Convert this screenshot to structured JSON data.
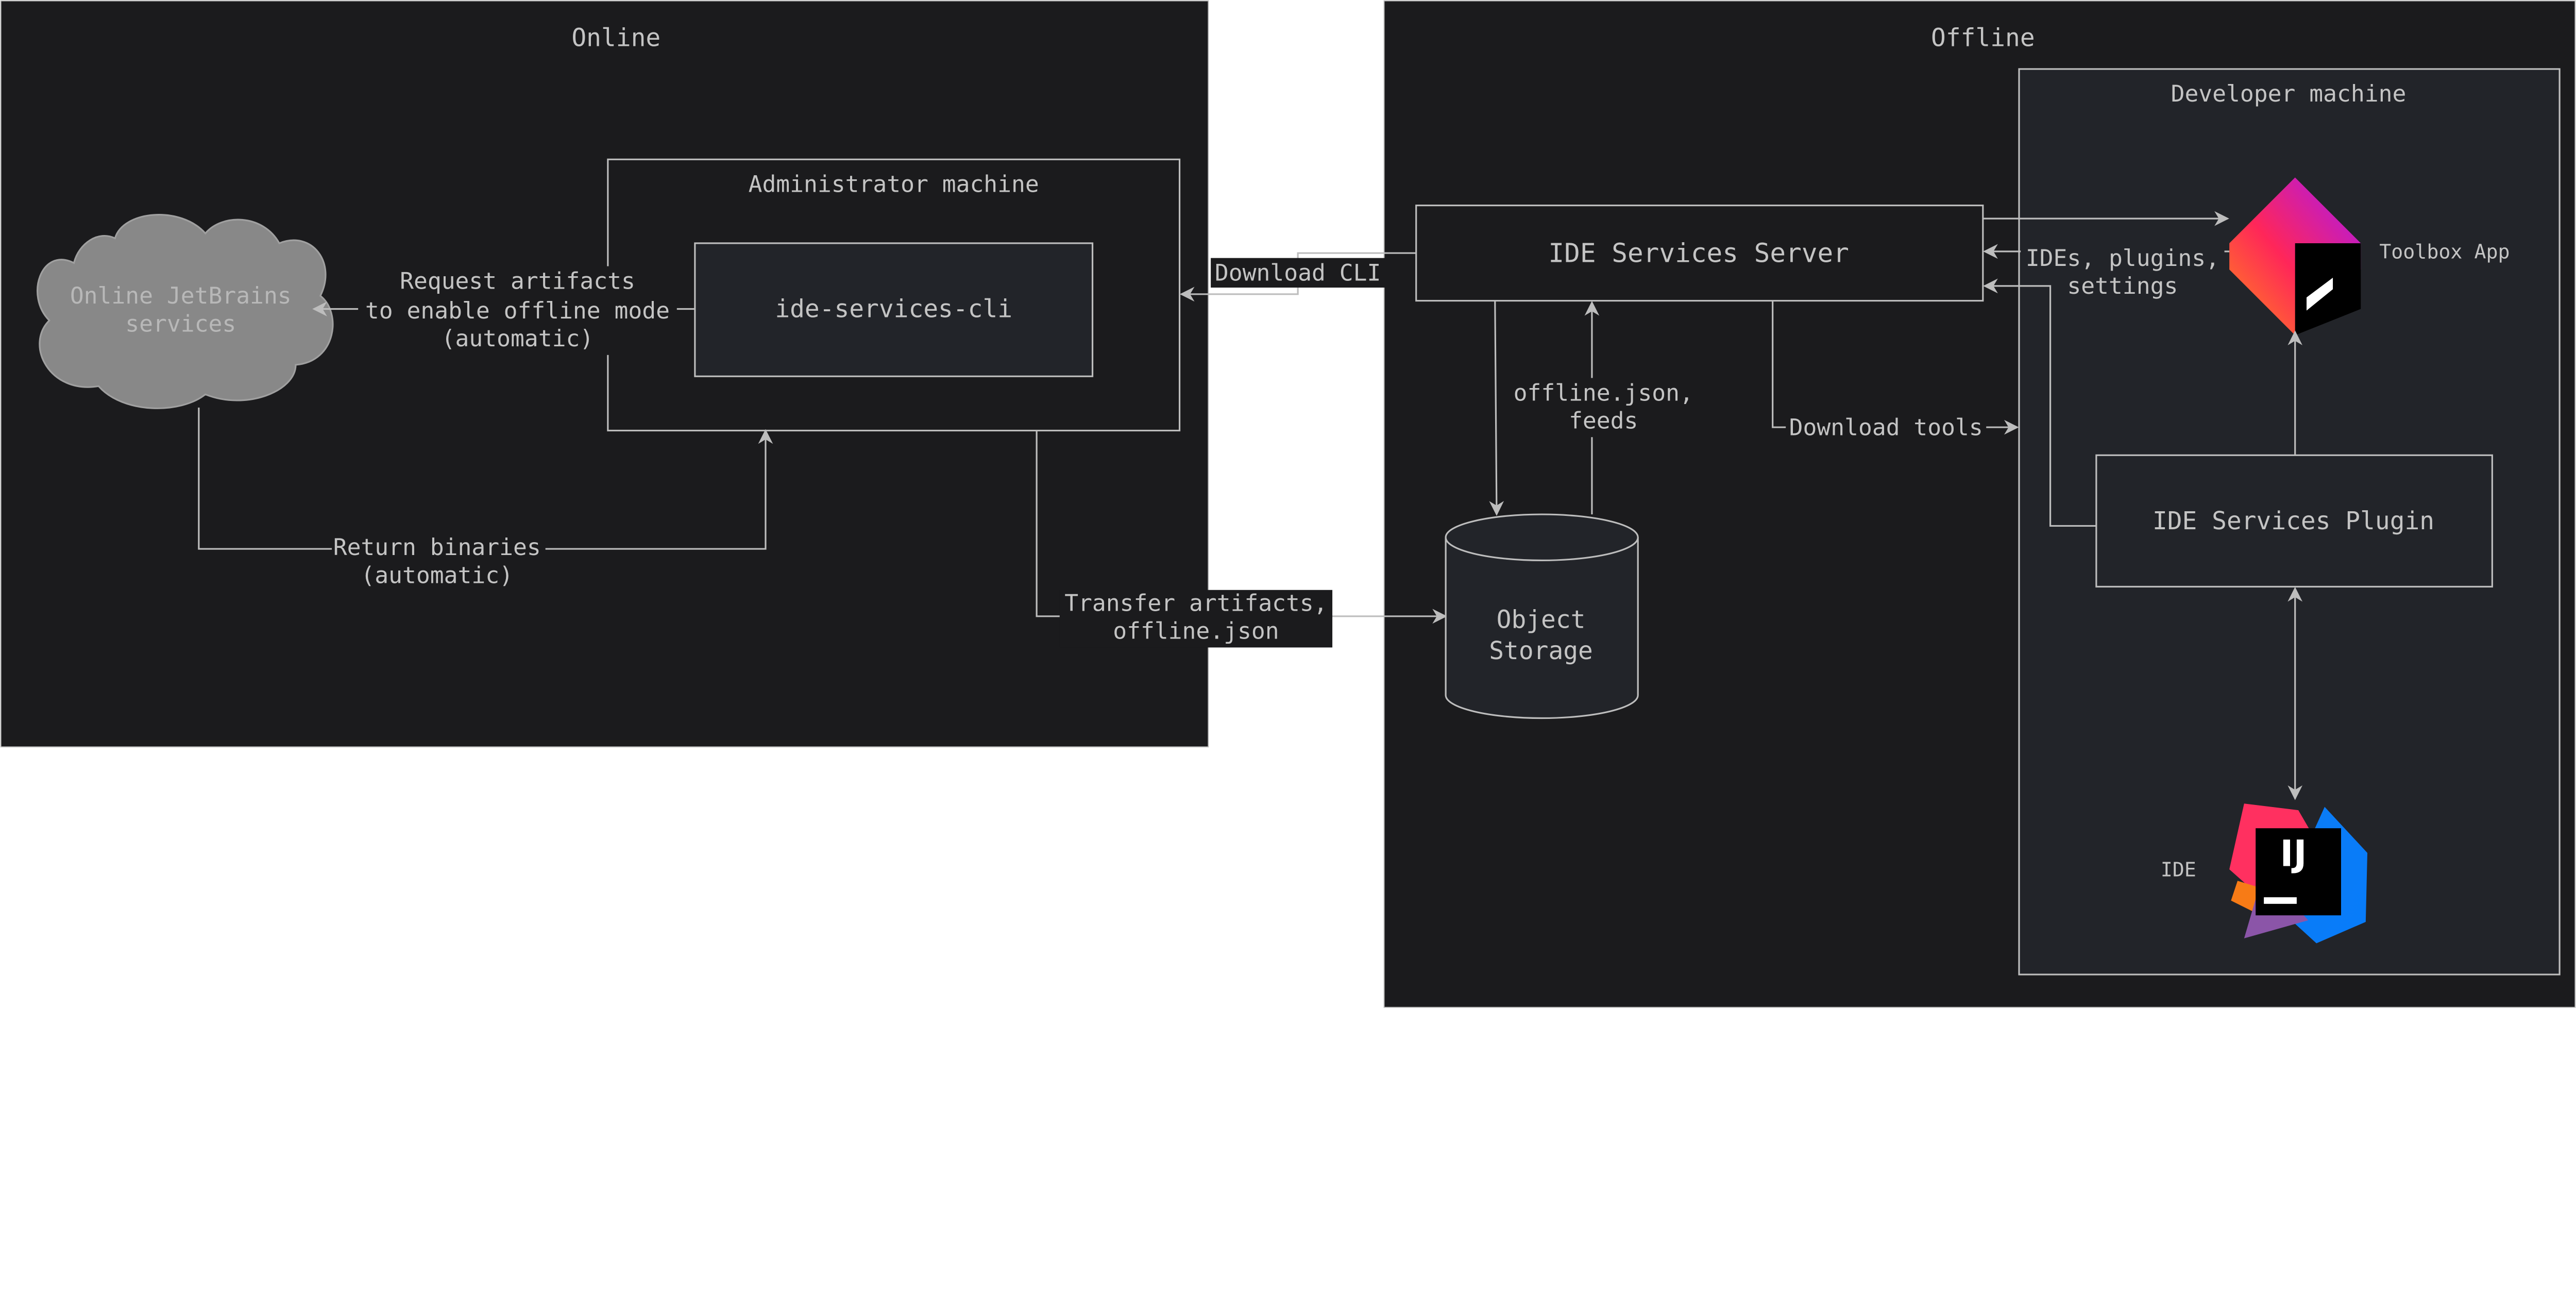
{
  "online": {
    "title": "Online"
  },
  "offline": {
    "title": "Offline"
  },
  "admin_machine": {
    "title": "Administrator machine",
    "cli": "ide-services-cli"
  },
  "cloud": {
    "line1": "Online JetBrains",
    "line2": "services"
  },
  "request_label": {
    "line1": "Request artifacts",
    "line2": "to enable offline mode",
    "line3": "(automatic)"
  },
  "return_label": {
    "line1": "Return binaries",
    "line2": "(automatic)"
  },
  "download_cli": "Download CLI",
  "transfer_label": {
    "line1": "Transfer artifacts,",
    "line2": "offline.json"
  },
  "server": "IDE Services Server",
  "storage": {
    "line1": "Object",
    "line2": "Storage"
  },
  "feeds_label": {
    "line1": "offline.json,",
    "line2": "feeds"
  },
  "download_tools": "Download tools",
  "developer_machine": {
    "title": "Developer machine"
  },
  "ides_label": {
    "line1": "IDEs, plugins,",
    "line2": "settings"
  },
  "toolbox": {
    "label": "Toolbox App",
    "icon": "toolbox-app-icon"
  },
  "plugin": "IDE Services Plugin",
  "ide": {
    "label": "IDE",
    "icon": "intellij-idea-icon",
    "logo_text": "IJ"
  },
  "colors": {
    "panel": "#1b1b1d",
    "inner_panel": "#222429",
    "line": "#bdbdbd",
    "cloud": "#888888"
  }
}
